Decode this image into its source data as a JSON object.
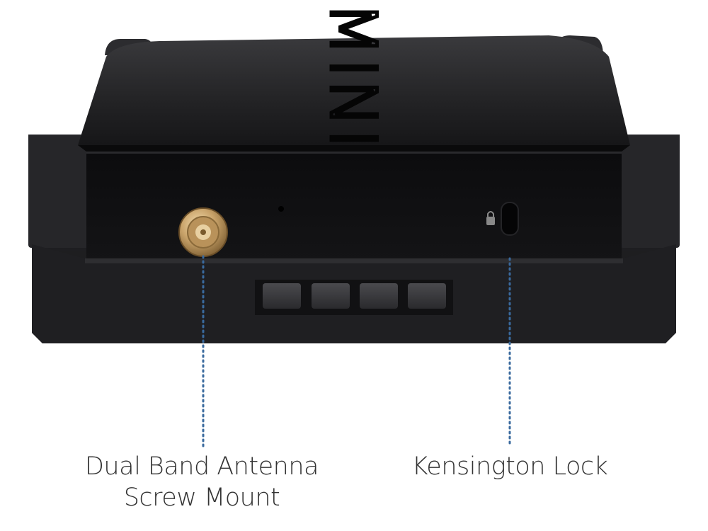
{
  "product": {
    "brand_text": "MINIX"
  },
  "callouts": {
    "antenna": {
      "line1": "Dual Band Antenna",
      "line2": "Screw Mount"
    },
    "kensington": {
      "line1": "Kensington Lock"
    }
  },
  "colors": {
    "device_body": "#1c1c1e",
    "device_top": "#2a2a2c",
    "front_panel": "#0f0f11",
    "connector_gold": "#c9a36a",
    "callout_line": "#3a6a9e",
    "label_text": "#333333"
  }
}
